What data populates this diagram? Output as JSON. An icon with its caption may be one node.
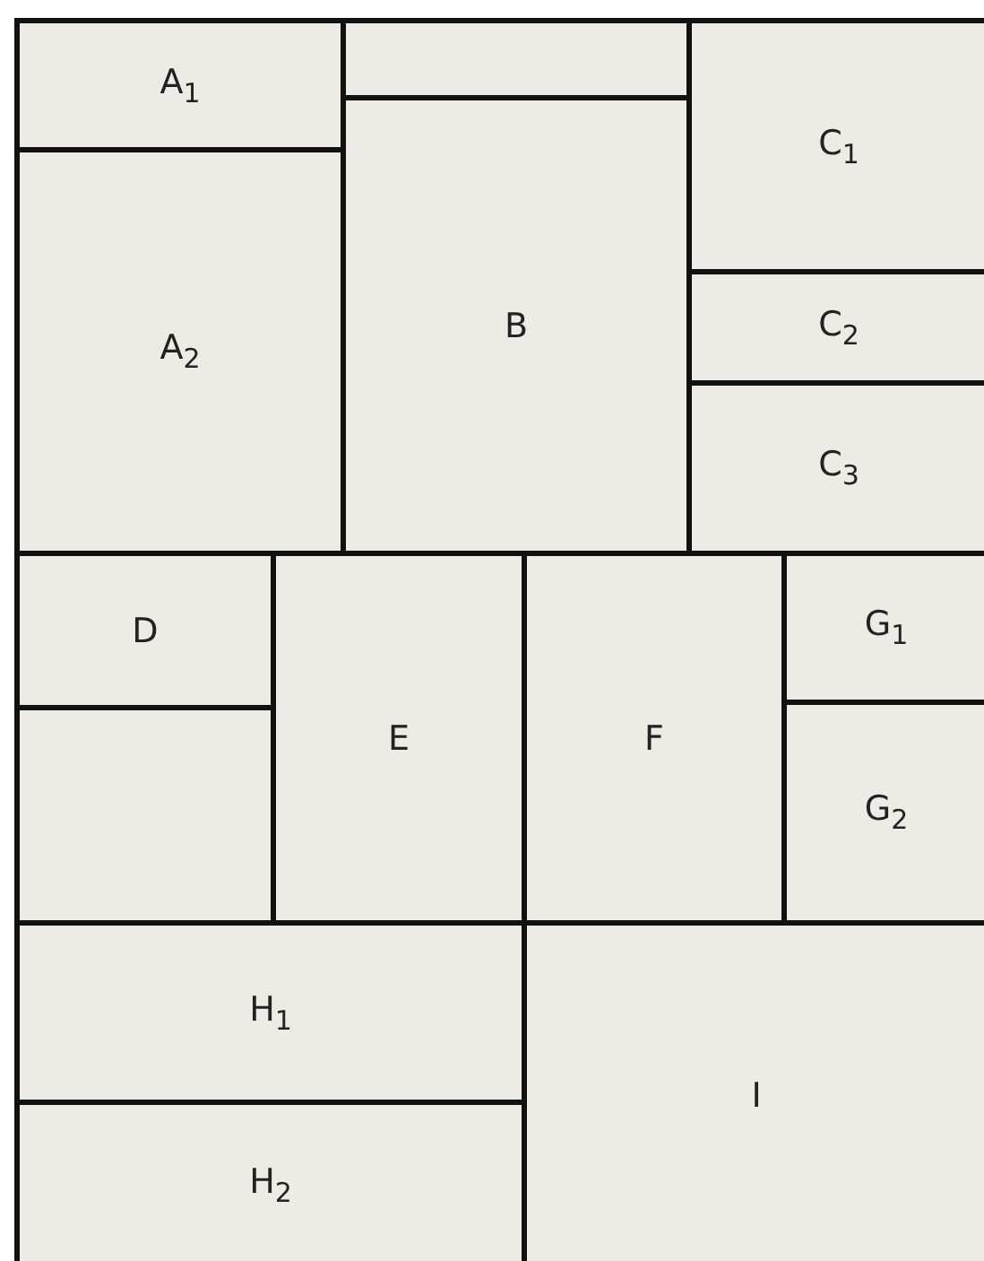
{
  "diagram": {
    "nodes": [
      {
        "text": [
          "A$_{1}$"
        ]
      },
      {
        "text": [],
        "shape": "box"
      },
      {
        "text": [
          "C$_{1}$"
        ]
      },
      {
        "text": [
          "A$_{2}$"
        ]
      },
      {
        "text": [
          "B"
        ]
      },
      {
        "text": [
          "C$_{2}$"
        ]
      },
      {
        "text": [
          "C$_{3}$"
        ]
      },
      {
        "text": [
          "D"
        ]
      },
      {
        "text": [
          "E"
        ]
      },
      {
        "text": [
          "F"
        ]
      },
      {
        "text": [
          "G$_{1}$"
        ]
      },
      {
        "text": [],
        "shape": "box"
      },
      {
        "text": [
          "G$_{2}$"
        ]
      },
      {
        "text": [
          "H$_{1}$"
        ]
      },
      {
        "text": [
          "I"
        ]
      },
      {
        "text": [
          "H$_{2}$"
        ]
      }
    ],
    "edges": []
  }
}
